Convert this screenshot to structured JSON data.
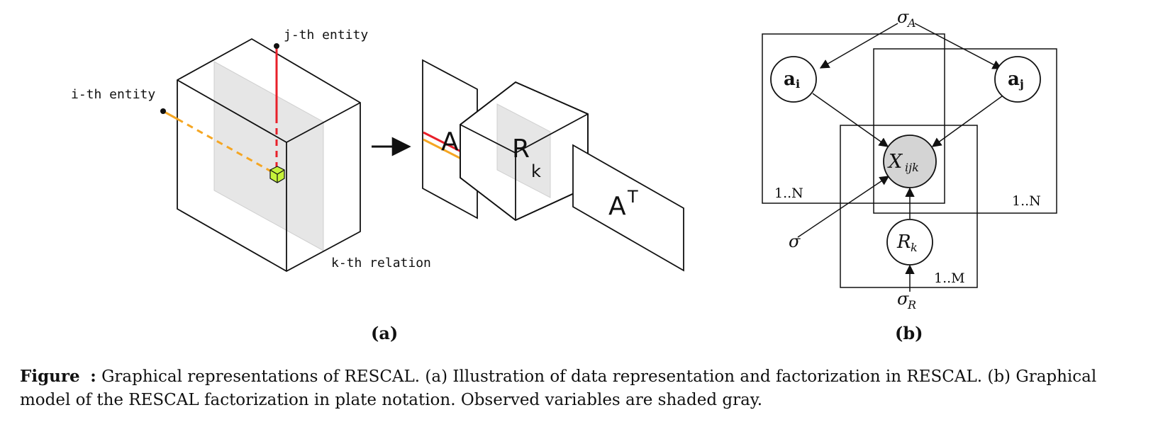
{
  "panel_a": {
    "labels": {
      "j_entity": "j-th entity",
      "i_entity": "i-th entity",
      "k_relation": "k-th relation",
      "matrix_A": "A",
      "core_R": "R",
      "core_R_sub": "k",
      "matrix_AT": "A",
      "matrix_AT_sup": "T"
    },
    "colors": {
      "j_line": "#e8202a",
      "i_line": "#f5a623",
      "cell": "#c6f23a",
      "slice": "#e6e6e6"
    },
    "tag": "(a)"
  },
  "panel_b": {
    "nodes": {
      "sigma_A": "σ",
      "sigma_A_sub": "A",
      "a_i": "a",
      "a_i_sub": "i",
      "a_j": "a",
      "a_j_sub": "j",
      "x": "X",
      "x_sub": "ijk",
      "r": "R",
      "r_sub": "k",
      "sigma": "σ",
      "sigma_R": "σ",
      "sigma_R_sub": "R"
    },
    "plates": {
      "plate_i": "1..N",
      "plate_j": "1..N",
      "plate_k": "1..M"
    },
    "colors": {
      "observed_fill": "#d4d4d4"
    },
    "tag": "(b)"
  },
  "caption": {
    "label": "Figure",
    "separator": ":",
    "text": "Graphical representations of RESCAL. (a) Illustration of data representation and factorization in RESCAL. (b) Graphical model of the RESCAL factorization in plate notation. Observed variables are shaded gray."
  }
}
